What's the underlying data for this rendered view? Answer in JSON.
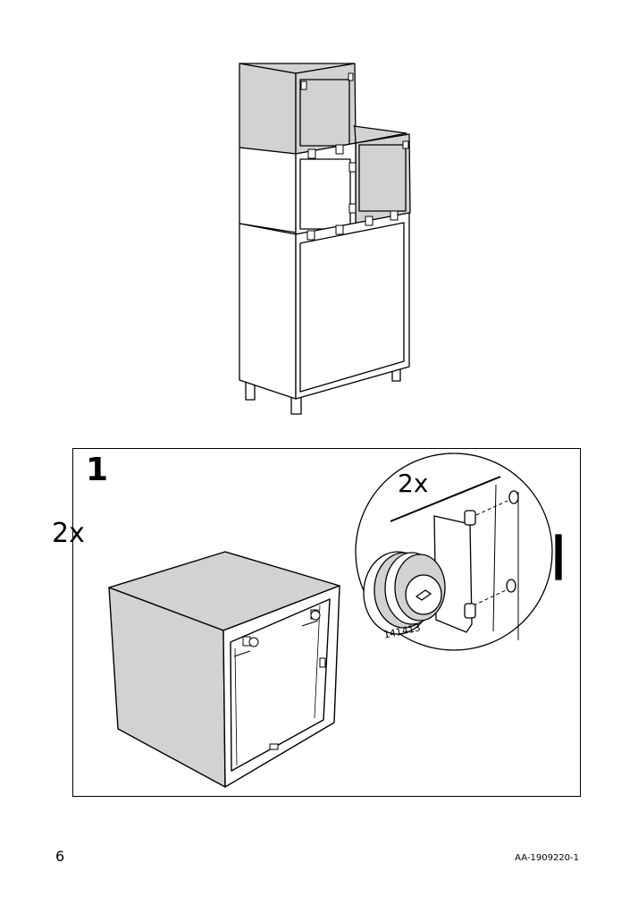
{
  "step": {
    "number": "1",
    "quantity": "2x"
  },
  "detail": {
    "quantity": "2x",
    "part_number": "141413"
  },
  "footer": {
    "page_number": "6",
    "document_id": "AA-1909220-1"
  },
  "colors": {
    "panel_fill": "#d2d2d2",
    "line": "#000000",
    "background": "#ffffff"
  }
}
